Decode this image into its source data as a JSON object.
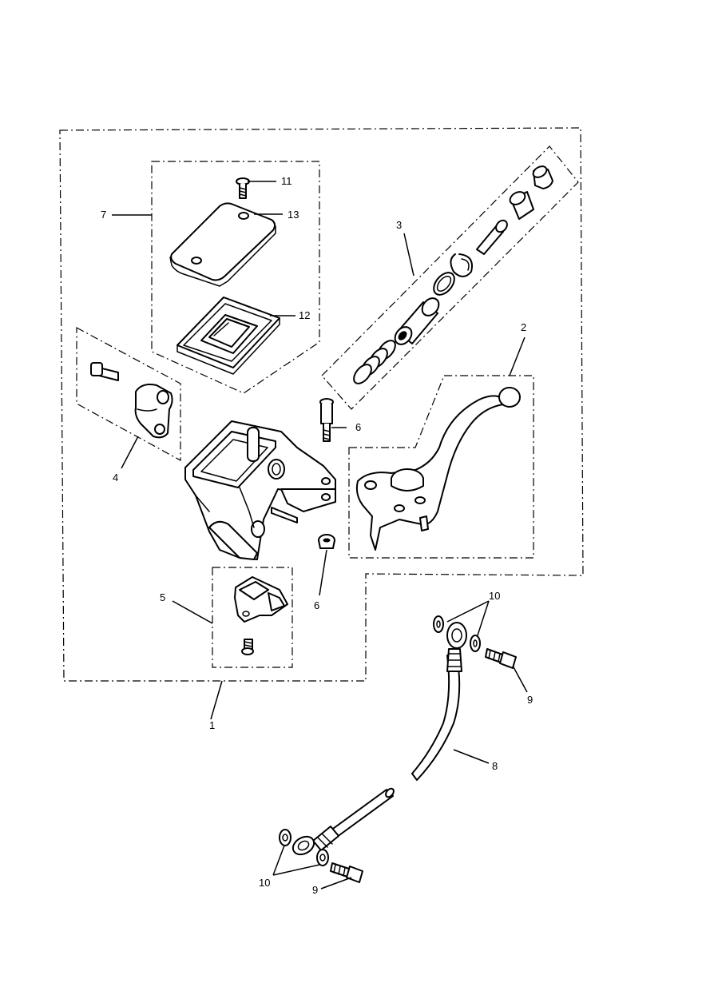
{
  "diagram": {
    "callouts": [
      {
        "id": "c1",
        "text": "1"
      },
      {
        "id": "c2",
        "text": "2"
      },
      {
        "id": "c3",
        "text": "3"
      },
      {
        "id": "c4",
        "text": "4"
      },
      {
        "id": "c5",
        "text": "5"
      },
      {
        "id": "c6a",
        "text": "6"
      },
      {
        "id": "c6b",
        "text": "6"
      },
      {
        "id": "c7",
        "text": "7"
      },
      {
        "id": "c8",
        "text": "8"
      },
      {
        "id": "c9a",
        "text": "9"
      },
      {
        "id": "c9b",
        "text": "9"
      },
      {
        "id": "c10a",
        "text": "10"
      },
      {
        "id": "c10b",
        "text": "10"
      },
      {
        "id": "c11",
        "text": "11"
      },
      {
        "id": "c12",
        "text": "12"
      },
      {
        "id": "c13",
        "text": "13"
      }
    ]
  }
}
